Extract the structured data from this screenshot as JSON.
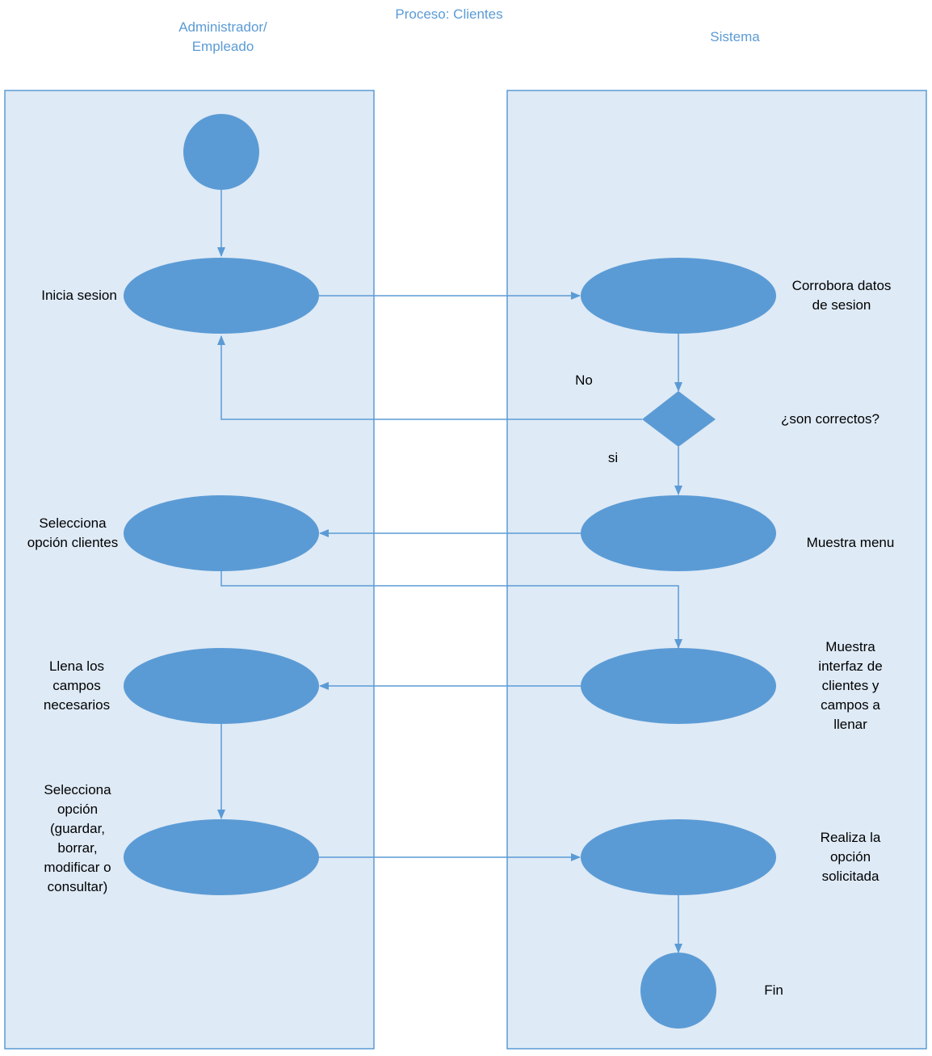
{
  "title": "Proceso: Clientes",
  "lanes": {
    "left": "Administrador/\nEmpleado",
    "right": "Sistema"
  },
  "nodes": {
    "inicia_sesion": "Inicia sesion",
    "corrobora_datos": "Corrobora datos\nde sesion",
    "son_correctos": "¿son correctos?",
    "muestra_menu": "Muestra menu",
    "selecciona_clientes": "Selecciona\nopción clientes",
    "muestra_interfaz": "Muestra\ninterfaz de\nclientes y\ncampos a\nllenar",
    "llena_campos": "Llena los\ncampos\nnecesarios",
    "selecciona_opcion": "Selecciona\nopción\n(guardar,\nborrar,\nmodificar o\nconsultar)",
    "realiza_opcion": "Realiza la\nopción\nsolicitada",
    "fin": "Fin"
  },
  "edges": {
    "no": "No",
    "si": "si"
  },
  "colors": {
    "lane_fill": "#deeaf6",
    "lane_stroke": "#5b9bd5",
    "node_fill": "#5b9bd5",
    "header_text": "#5b9bd5",
    "text": "#000000"
  }
}
